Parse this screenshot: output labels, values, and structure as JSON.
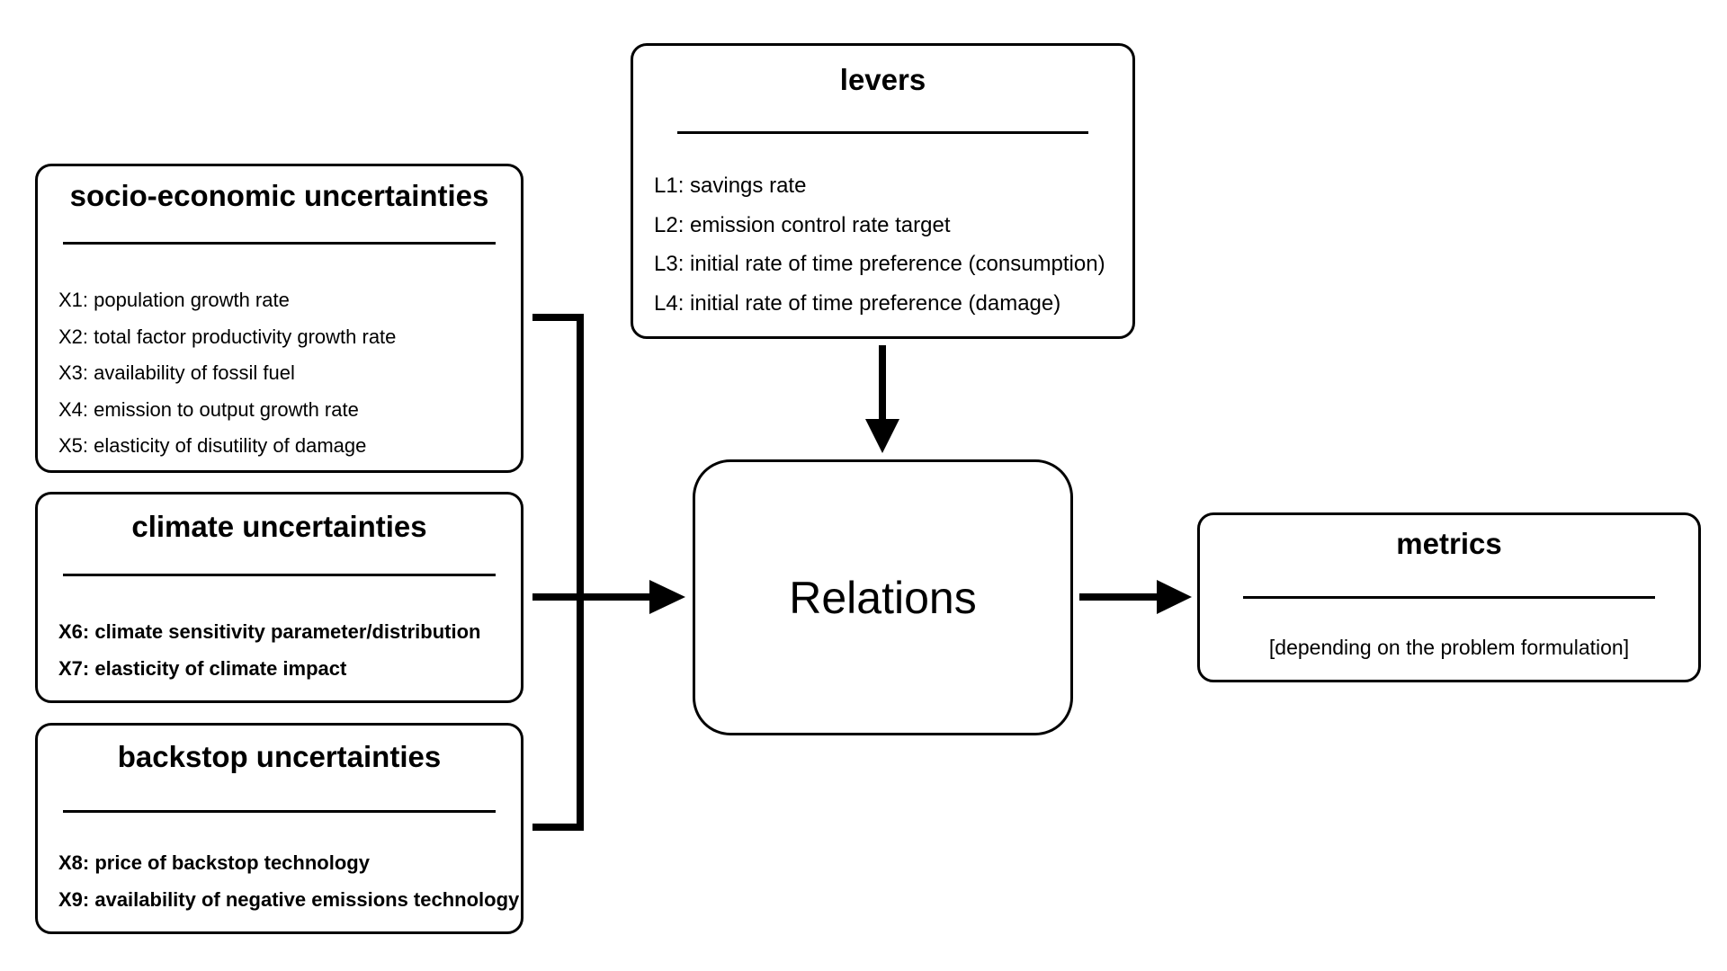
{
  "socio_economic": {
    "title": "socio-economic uncertainties",
    "items": [
      "X1: population growth rate",
      "X2: total factor productivity growth rate",
      "X3: availability of fossil fuel",
      "X4: emission to output growth rate",
      "X5: elasticity of disutility of damage"
    ]
  },
  "climate": {
    "title": "climate uncertainties",
    "items": [
      "X6: climate sensitivity parameter/distribution",
      "X7: elasticity of climate impact"
    ]
  },
  "backstop": {
    "title": "backstop uncertainties",
    "items": [
      "X8: price of backstop technology",
      "X9: availability of negative emissions technology"
    ]
  },
  "levers": {
    "title": "levers",
    "items": [
      "L1: savings rate",
      "L2: emission control rate target",
      "L3: initial rate of time preference (consumption)",
      "L4: initial rate of time preference (damage)"
    ]
  },
  "relations": {
    "label": "Relations"
  },
  "metrics": {
    "title": "metrics",
    "note": "[depending on the problem formulation]"
  },
  "colors": {
    "stroke": "#000000",
    "background": "#ffffff"
  }
}
